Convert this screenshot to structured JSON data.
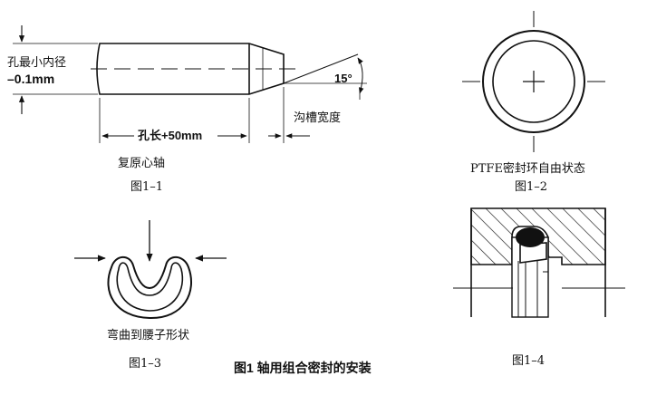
{
  "fig1": {
    "label_bore_line1": "孔最小内径",
    "label_bore_line2": "–0.1mm",
    "label_angle": "15°",
    "label_length": "孔长+50mm",
    "label_groove": "沟槽宽度",
    "label_tool": "复原心轴",
    "caption": "图1–1"
  },
  "fig2": {
    "label": "PTFE密封环自由状态",
    "caption": "图1–2"
  },
  "fig3": {
    "label": "弯曲到腰子形状",
    "caption": "图1–3"
  },
  "fig4": {
    "caption": "图1–4"
  },
  "main_caption": "图1  轴用组合密封的安装"
}
